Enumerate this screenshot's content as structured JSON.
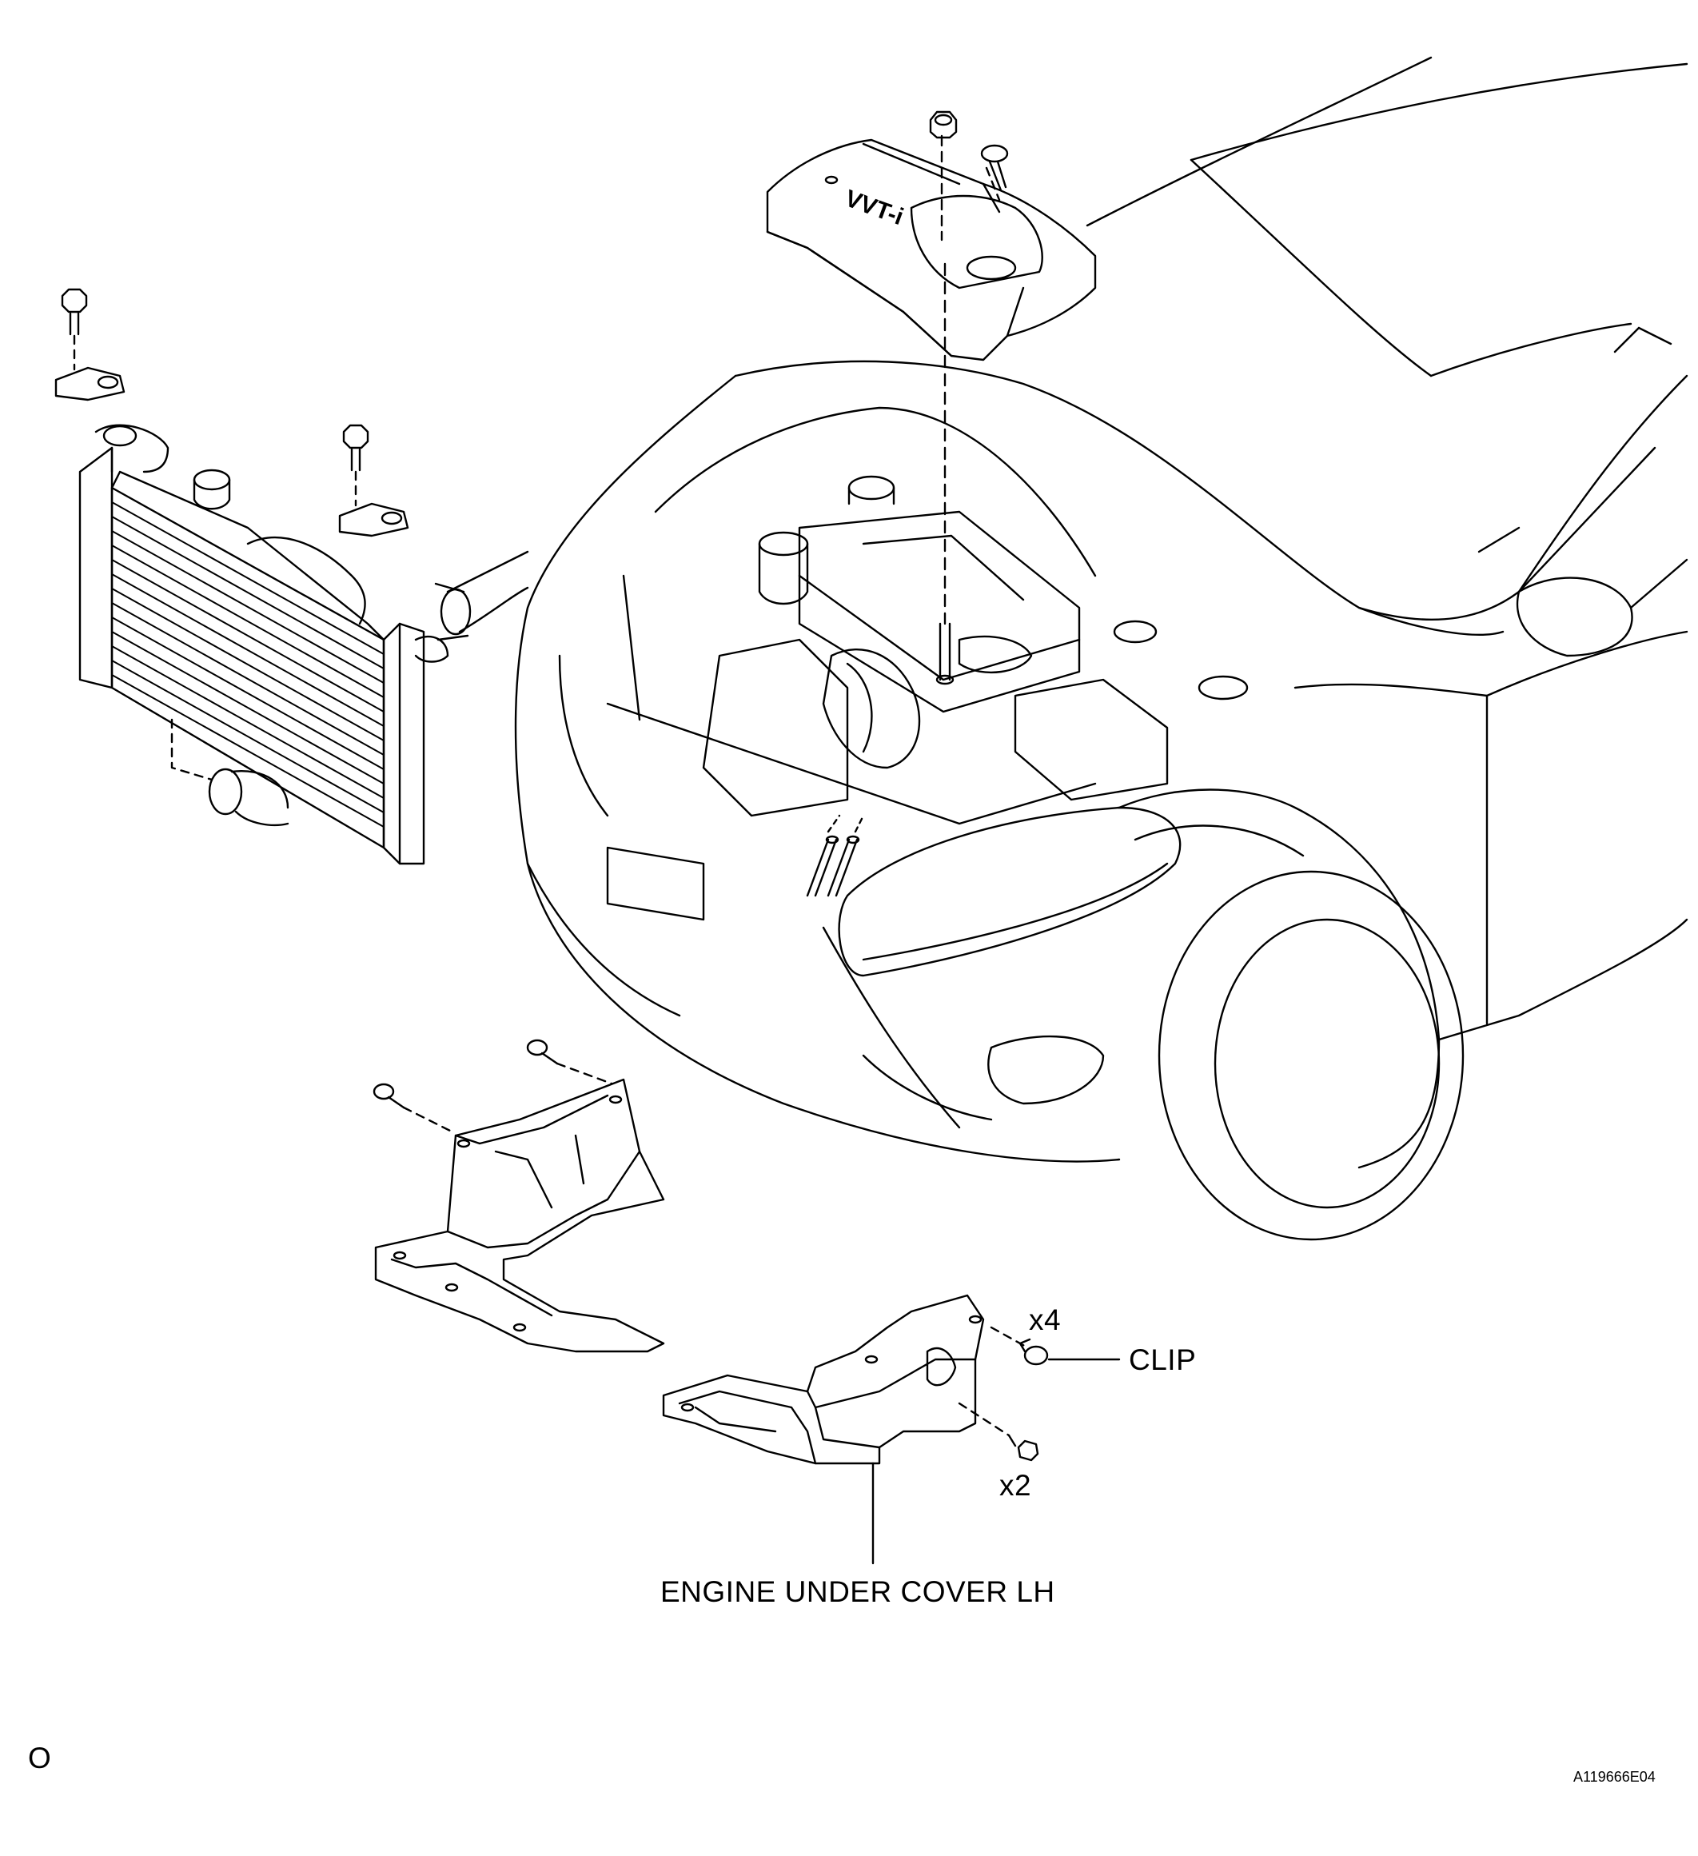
{
  "labels": {
    "clip_qty": "x4",
    "clip": "CLIP",
    "bolt_qty": "x2",
    "under_cover": "ENGINE UNDER COVER LH"
  },
  "engine_cover_text": "VVT-i",
  "footer": {
    "left": "O",
    "figure_id": "A119666E04"
  },
  "colors": {
    "line": "#000000",
    "background": "#ffffff"
  }
}
